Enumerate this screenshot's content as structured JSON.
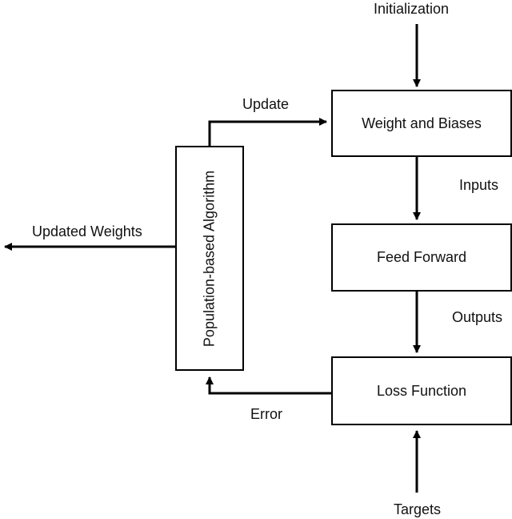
{
  "nodes": {
    "weights_biases": "Weight and Biases",
    "feed_forward": "Feed Forward",
    "loss_function": "Loss Function",
    "population_algorithm": "Population-based Algorithm"
  },
  "edge_labels": {
    "initialization": "Initialization",
    "inputs": "Inputs",
    "outputs": "Outputs",
    "targets": "Targets",
    "update": "Update",
    "error": "Error",
    "updated_weights": "Updated Weights"
  }
}
